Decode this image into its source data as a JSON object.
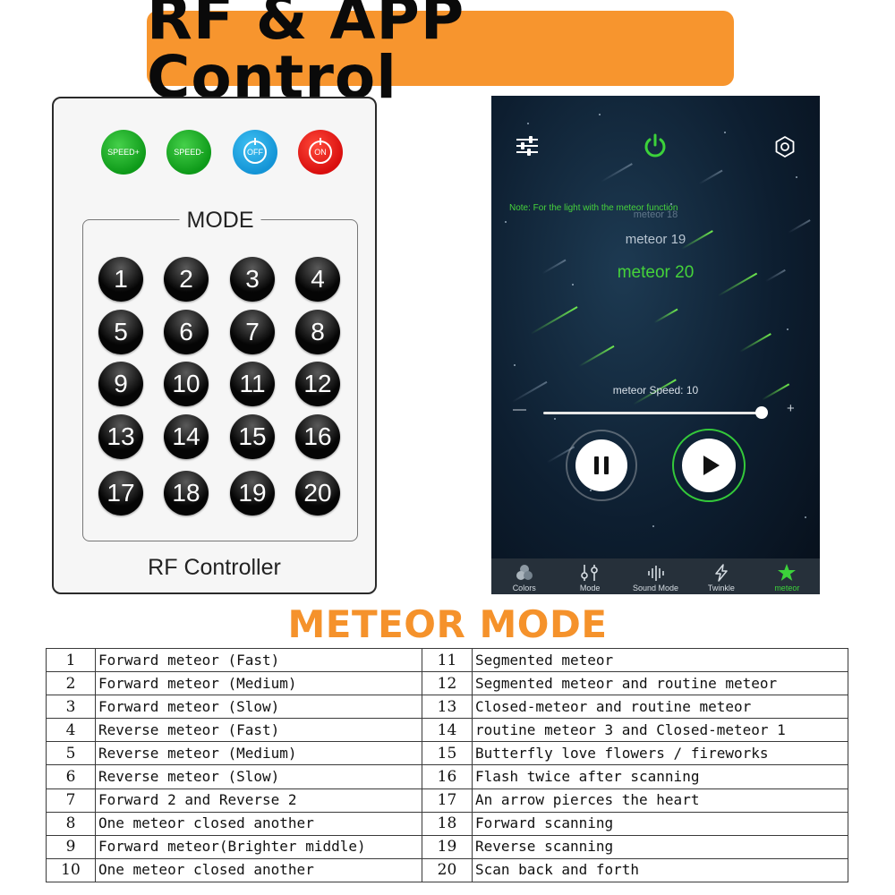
{
  "banner": {
    "title": "RF & APP Control"
  },
  "remote": {
    "speed_up": "SPEED+",
    "speed_down": "SPEED-",
    "off": "OFF",
    "on": "ON",
    "mode_label": "MODE",
    "buttons": [
      "1",
      "2",
      "3",
      "4",
      "5",
      "6",
      "7",
      "8",
      "9",
      "10",
      "11",
      "12",
      "13",
      "14",
      "15",
      "16",
      "17",
      "18",
      "19",
      "20"
    ],
    "footer": "RF Controller"
  },
  "app": {
    "note": "Note:  For the light with the meteor function",
    "meteor_prev": "meteor 18",
    "meteor_above": "meteor 19",
    "meteor_selected": "meteor 20",
    "speed_label": "meteor Speed:  10",
    "speed": {
      "value": 10,
      "min": 0,
      "max": 10
    },
    "minus": "—",
    "plus": "+",
    "tabs": [
      {
        "label": "Colors",
        "icon": "colors-icon"
      },
      {
        "label": "Mode",
        "icon": "mode-sliders-icon"
      },
      {
        "label": "Sound Mode",
        "icon": "sound-wave-icon"
      },
      {
        "label": "Twinkle",
        "icon": "lightning-icon"
      },
      {
        "label": "meteor",
        "icon": "star-icon",
        "active": true
      }
    ],
    "colors": {
      "accent": "#3cd23a"
    }
  },
  "section_title": "METEOR MODE",
  "modes": [
    {
      "n": "1",
      "desc": "Forward meteor (Fast)"
    },
    {
      "n": "2",
      "desc": "Forward meteor (Medium)"
    },
    {
      "n": "3",
      "desc": "Forward meteor (Slow)"
    },
    {
      "n": "4",
      "desc": "Reverse meteor (Fast)"
    },
    {
      "n": "5",
      "desc": "Reverse meteor (Medium)"
    },
    {
      "n": "6",
      "desc": "Reverse meteor (Slow)"
    },
    {
      "n": "7",
      "desc": "Forward 2 and Reverse 2"
    },
    {
      "n": "8",
      "desc": "One meteor closed another"
    },
    {
      "n": "9",
      "desc": "Forward meteor(Brighter middle)"
    },
    {
      "n": "10",
      "desc": "One meteor closed another"
    },
    {
      "n": "11",
      "desc": "Segmented meteor"
    },
    {
      "n": "12",
      "desc": "Segmented meteor and routine meteor"
    },
    {
      "n": "13",
      "desc": "Closed-meteor and routine meteor"
    },
    {
      "n": "14",
      "desc": "routine meteor 3 and Closed-meteor 1"
    },
    {
      "n": "15",
      "desc": "Butterfly love flowers / fireworks"
    },
    {
      "n": "16",
      "desc": "Flash twice after scanning"
    },
    {
      "n": "17",
      "desc": "An arrow pierces the heart"
    },
    {
      "n": "18",
      "desc": "Forward scanning"
    },
    {
      "n": "19",
      "desc": "Reverse scanning"
    },
    {
      "n": "20",
      "desc": "Scan back and forth"
    }
  ]
}
